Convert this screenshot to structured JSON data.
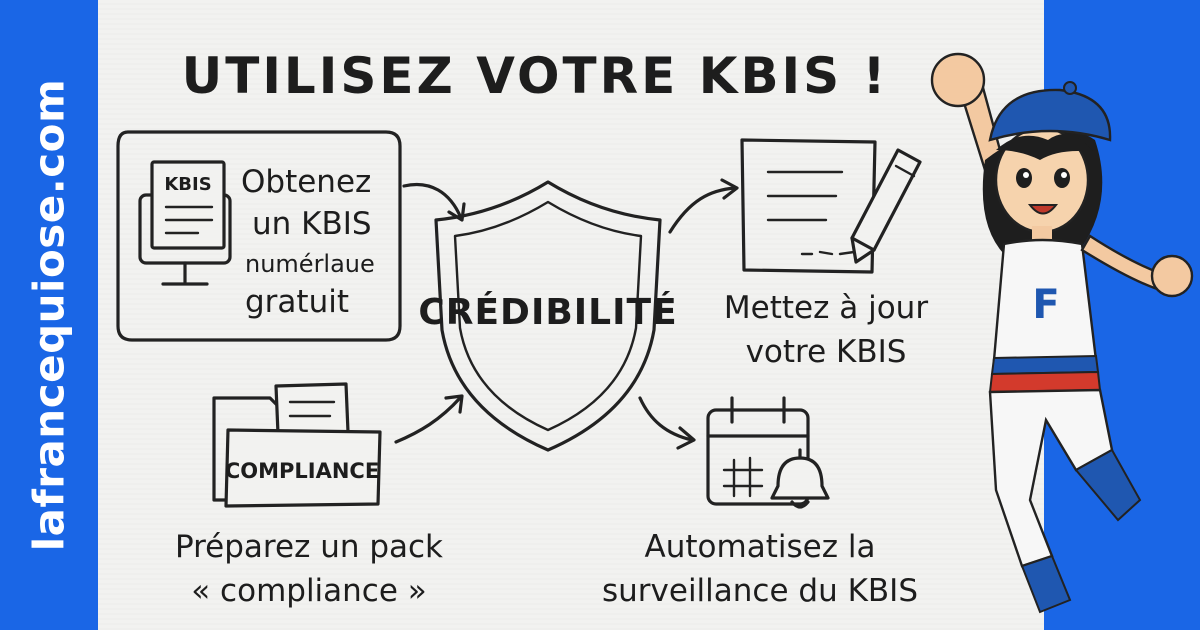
{
  "site": {
    "name": "lafrancequiose.com"
  },
  "title": "UTILISEZ VOTRE KBIS !",
  "center": {
    "label": "CRÉDIBILITÉ"
  },
  "steps": [
    {
      "id": "obtain",
      "lines": [
        "Obtenez",
        "un KBIS",
        "numérlaue",
        "gratuit"
      ],
      "icon_tag": "KBIS",
      "icon": "computer-document-icon"
    },
    {
      "id": "update",
      "lines": [
        "Mettez à jour",
        "votre KBIS"
      ],
      "icon": "document-pencil-icon"
    },
    {
      "id": "compliance",
      "lines": [
        "Préparez un pack",
        "« compliance »"
      ],
      "icon_tag": "COMPLIANCE",
      "icon": "folder-icon"
    },
    {
      "id": "automate",
      "lines": [
        "Automatisez la",
        "surveillance du KBIS"
      ],
      "icon": "calendar-bell-icon"
    }
  ],
  "mascot": {
    "shirt_letter": "F",
    "icon": "superhero-mascot-icon"
  },
  "colors": {
    "brand_blue": "#1a66e6",
    "paper": "#f2f2f0",
    "ink": "#222222",
    "mascot_blue": "#1f57b0",
    "mascot_red": "#d33a2c"
  }
}
